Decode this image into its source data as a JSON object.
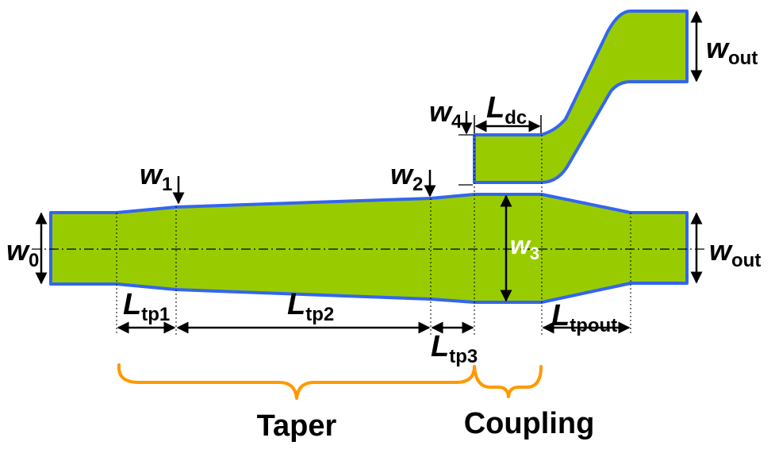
{
  "diagram": {
    "labels": {
      "w0": {
        "main": "w",
        "sub": "0"
      },
      "w1": {
        "main": "w",
        "sub": "1"
      },
      "w2": {
        "main": "w",
        "sub": "2"
      },
      "w3": {
        "main": "w",
        "sub": "3"
      },
      "w4": {
        "main": "w",
        "sub": "4"
      },
      "wout_right": {
        "main": "w",
        "sub": "out"
      },
      "wout_top": {
        "main": "w",
        "sub": "out"
      },
      "ldc": {
        "main": "L",
        "sub": "dc"
      },
      "ltp1": {
        "main": "L",
        "sub": "tp1"
      },
      "ltp2": {
        "main": "L",
        "sub": "tp2"
      },
      "ltp3": {
        "main": "L",
        "sub": "tp3"
      },
      "ltpout": {
        "main": "L",
        "sub": "tpout"
      }
    },
    "braces": {
      "taper": "Taper",
      "coupling": "Coupling"
    },
    "colors": {
      "waveguide_fill": "#99cc00",
      "waveguide_outline": "#3366ee",
      "brace": "#ff9900",
      "w3_label": "#ffffff"
    }
  }
}
